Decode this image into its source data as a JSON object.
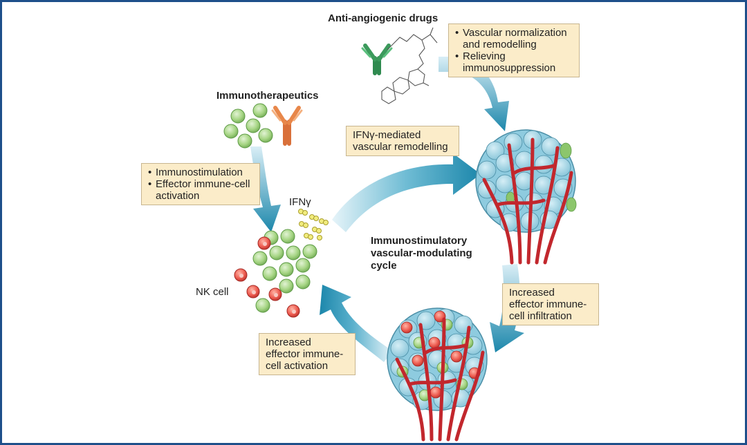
{
  "title": "Anti-angiogenic drugs",
  "immunotherapeutics_label": "Immunotherapeutics",
  "ifn_label": "IFNγ",
  "nk_label": "NK cell",
  "cycle_label": [
    "Immunostimulatory",
    "vascular-modulating",
    "cycle"
  ],
  "boxes": {
    "anti_angiogenic": [
      "Vascular normalization",
      "and remodelling",
      "Relieving",
      "immunosuppression"
    ],
    "immuno": [
      "Immunostimulation",
      "Effector immune-cell",
      "activation"
    ],
    "ifn_remodelling": [
      "IFNγ-mediated",
      "vascular remodelling"
    ],
    "infiltration": [
      "Increased",
      "effector immune-",
      "cell infiltration"
    ],
    "activation": [
      "Increased",
      "effector immune-",
      "cell activation"
    ]
  },
  "colors": {
    "frame": "#1e4f8a",
    "box_fill": "#fbecc9",
    "arrow": "#2a93b4",
    "vessel": "#c2272d",
    "tumour_cell": "#9cd3e4",
    "green_cell": "#9ccf7a",
    "red_cell": "#e8554f",
    "antibody_green": "#3c9a5c",
    "antibody_orange": "#e8874a"
  },
  "icons": [
    "antibody-green-icon",
    "antibody-orange-icon",
    "small-molecule-icon",
    "tumour-icon",
    "immune-cell-icon"
  ]
}
